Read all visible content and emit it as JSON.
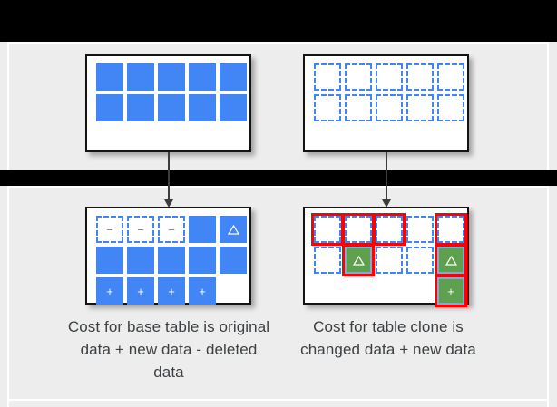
{
  "slide": {
    "background_color": "#ededed",
    "bar_color": "#000000",
    "accent_blue": "#4285F4",
    "accent_green": "#5FA04E",
    "accent_red": "#FF0000",
    "text_color": "#3c4043"
  },
  "panels": {
    "base_top": {
      "name": "base-table-original",
      "rows": [
        [
          {
            "style": "solid",
            "glyph": ""
          },
          {
            "style": "solid",
            "glyph": ""
          },
          {
            "style": "solid",
            "glyph": ""
          },
          {
            "style": "solid",
            "glyph": ""
          },
          {
            "style": "solid",
            "glyph": ""
          }
        ],
        [
          {
            "style": "solid",
            "glyph": ""
          },
          {
            "style": "solid",
            "glyph": ""
          },
          {
            "style": "solid",
            "glyph": ""
          },
          {
            "style": "solid",
            "glyph": ""
          },
          {
            "style": "solid",
            "glyph": ""
          }
        ]
      ]
    },
    "clone_top": {
      "name": "table-clone-original",
      "rows": [
        [
          {
            "style": "dashed",
            "glyph": ""
          },
          {
            "style": "dashed",
            "glyph": ""
          },
          {
            "style": "dashed",
            "glyph": ""
          },
          {
            "style": "dashed",
            "glyph": ""
          },
          {
            "style": "dashed",
            "glyph": ""
          }
        ],
        [
          {
            "style": "dashed",
            "glyph": ""
          },
          {
            "style": "dashed",
            "glyph": ""
          },
          {
            "style": "dashed",
            "glyph": ""
          },
          {
            "style": "dashed",
            "glyph": ""
          },
          {
            "style": "dashed",
            "glyph": ""
          }
        ]
      ]
    },
    "base_bottom": {
      "name": "base-table-after-changes",
      "rows": [
        [
          {
            "style": "dashed",
            "glyph": "minus"
          },
          {
            "style": "dashed",
            "glyph": "minus"
          },
          {
            "style": "dashed",
            "glyph": "minus"
          },
          {
            "style": "solid",
            "glyph": ""
          },
          {
            "style": "solid",
            "glyph": "triangle"
          }
        ],
        [
          {
            "style": "solid",
            "glyph": ""
          },
          {
            "style": "solid",
            "glyph": ""
          },
          {
            "style": "solid",
            "glyph": ""
          },
          {
            "style": "solid",
            "glyph": ""
          },
          {
            "style": "solid",
            "glyph": ""
          }
        ],
        [
          {
            "style": "solid",
            "glyph": "plus"
          },
          {
            "style": "solid",
            "glyph": "plus"
          },
          {
            "style": "solid",
            "glyph": "plus"
          },
          {
            "style": "solid",
            "glyph": "plus"
          },
          {
            "style": "empty",
            "glyph": ""
          }
        ]
      ]
    },
    "clone_bottom": {
      "name": "table-clone-after-changes",
      "rows": [
        [
          {
            "style": "dashed",
            "glyph": "",
            "highlight": true
          },
          {
            "style": "dashed",
            "glyph": "",
            "highlight": true
          },
          {
            "style": "dashed",
            "glyph": "",
            "highlight": true
          },
          {
            "style": "dashed",
            "glyph": "",
            "highlight": false
          },
          {
            "style": "dashed",
            "glyph": "",
            "highlight": true
          }
        ],
        [
          {
            "style": "dashed",
            "glyph": "",
            "highlight": false
          },
          {
            "style": "green",
            "glyph": "triangle",
            "highlight": true
          },
          {
            "style": "dashed",
            "glyph": "",
            "highlight": false
          },
          {
            "style": "dashed",
            "glyph": "",
            "highlight": false
          },
          {
            "style": "green",
            "glyph": "triangle",
            "highlight": true
          }
        ],
        [
          {
            "style": "empty",
            "glyph": "",
            "highlight": false
          },
          {
            "style": "empty",
            "glyph": "",
            "highlight": false
          },
          {
            "style": "empty",
            "glyph": "",
            "highlight": false
          },
          {
            "style": "empty",
            "glyph": "",
            "highlight": false
          },
          {
            "style": "green",
            "glyph": "plus",
            "highlight": true
          }
        ]
      ]
    }
  },
  "captions": {
    "base": "Cost for base table is original data + new data - deleted data",
    "clone": "Cost for table clone is changed data + new data"
  },
  "glyphs": {
    "minus": "−",
    "plus": "+",
    "triangle": "△"
  }
}
